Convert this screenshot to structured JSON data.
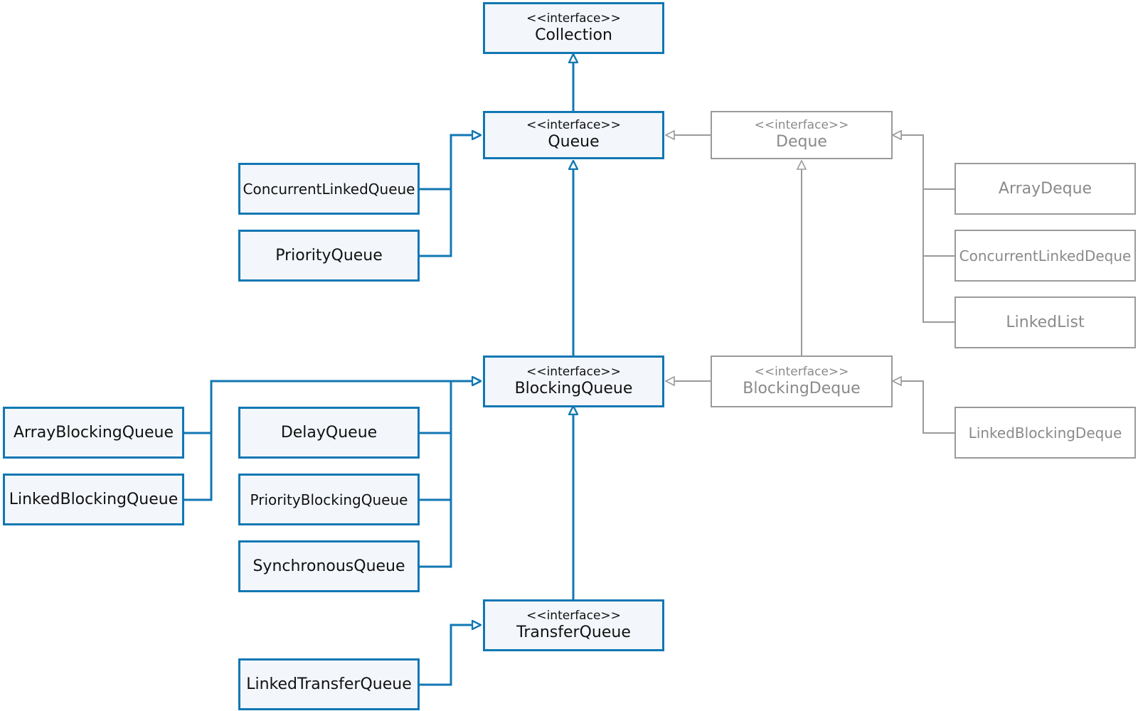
{
  "colors": {
    "primary": "#1177b3",
    "primary_fill": "#f3f6fb",
    "secondary": "#9a9a9a",
    "secondary_text": "#8a8a8a"
  },
  "stereotype": "<<interface>>",
  "interfaces": {
    "collection": "Collection",
    "queue": "Queue",
    "deque": "Deque",
    "blocking_queue": "BlockingQueue",
    "blocking_deque": "BlockingDeque",
    "transfer_queue": "TransferQueue"
  },
  "classes": {
    "concurrent_linked_queue": "ConcurrentLinkedQueue",
    "priority_queue": "PriorityQueue",
    "array_blocking_queue": "ArrayBlockingQueue",
    "linked_blocking_queue": "LinkedBlockingQueue",
    "delay_queue": "DelayQueue",
    "priority_blocking_queue": "PriorityBlockingQueue",
    "synchronous_queue": "SynchronousQueue",
    "linked_transfer_queue": "LinkedTransferQueue",
    "array_deque": "ArrayDeque",
    "concurrent_linked_deque": "ConcurrentLinkedDeque",
    "linked_list": "LinkedList",
    "linked_blocking_deque": "LinkedBlockingDeque"
  }
}
